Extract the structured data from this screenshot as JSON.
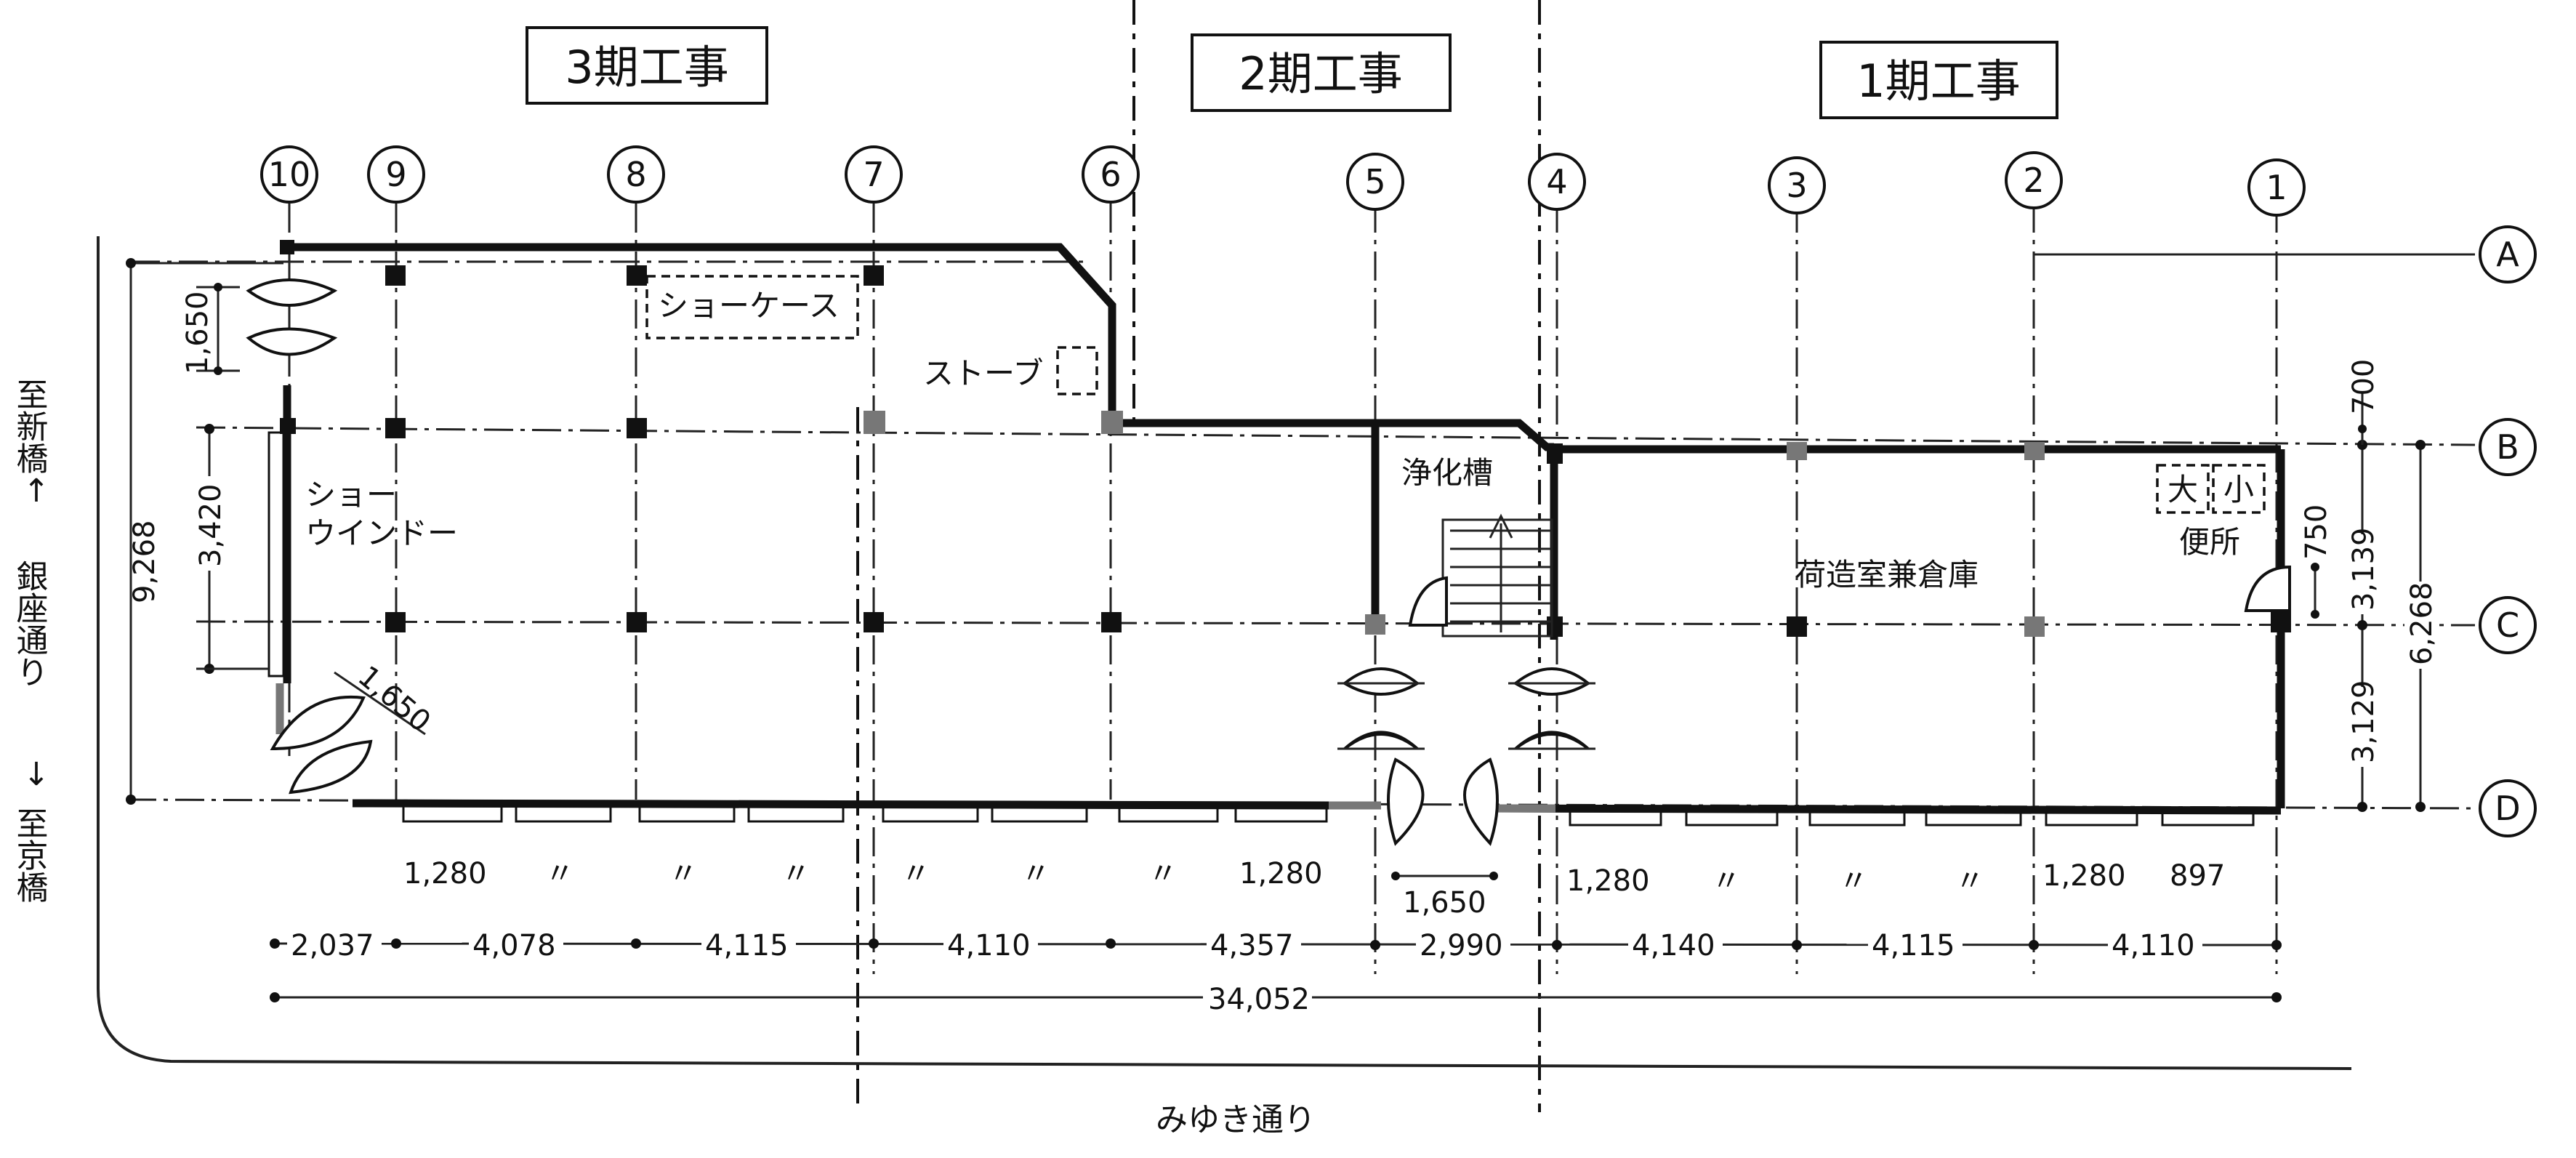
{
  "phases": {
    "phase3": "3期工事",
    "phase2": "2期工事",
    "phase1": "1期工事"
  },
  "grid_columns": [
    "10",
    "9",
    "8",
    "7",
    "6",
    "5",
    "4",
    "3",
    "2",
    "1"
  ],
  "grid_rows": [
    "A",
    "B",
    "C",
    "D"
  ],
  "rooms": {
    "showcase": "ショーケース",
    "stove": "ストーブ",
    "show_window_1": "ショー",
    "show_window_2": "ウインドー",
    "septic_tank": "浄化槽",
    "storage": "荷造室兼倉庫",
    "toilet_large": "大",
    "toilet_small": "小",
    "toilet": "便所"
  },
  "directions": {
    "to_shinbashi": "至新橋",
    "ginza_street": "銀座通り",
    "to_kyobashi": "至京橋",
    "arrow_up": "↑",
    "arrow_down": "↓",
    "miyuki_street": "みゆき通り"
  },
  "dimensions": {
    "bottom_spans": [
      "2,037",
      "4,078",
      "4,115",
      "4,110",
      "4,357",
      "2,990",
      "4,140",
      "4,115",
      "4,110"
    ],
    "total": "34,052",
    "window_widths": [
      "1,280",
      "〃",
      "〃",
      "〃",
      "〃",
      "〃",
      "〃",
      "1,280",
      "1,280",
      "〃",
      "〃",
      "〃",
      "1,280",
      "897"
    ],
    "door_width_front": "1,650",
    "door_width_top_left": "1,650",
    "door_width_diag": "1,650",
    "left_total": "9,268",
    "left_window": "3,420",
    "right_b_c": "3,139",
    "right_c_d": "3,129",
    "right_total": "6,268",
    "right_top": "700",
    "toilet_depth": "750"
  }
}
